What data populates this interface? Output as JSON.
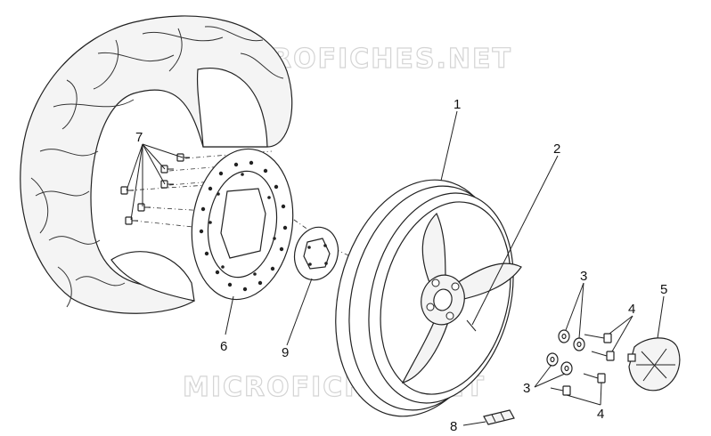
{
  "watermark_top": "MICROFICHES.NET",
  "watermark_bottom": "MICROFICHES.NET",
  "callouts": {
    "c1": "1",
    "c2": "2",
    "c3a": "3",
    "c3b": "3",
    "c4a": "4",
    "c4b": "4",
    "c5": "5",
    "c6": "6",
    "c7": "7",
    "c8": "8",
    "c9": "9"
  }
}
